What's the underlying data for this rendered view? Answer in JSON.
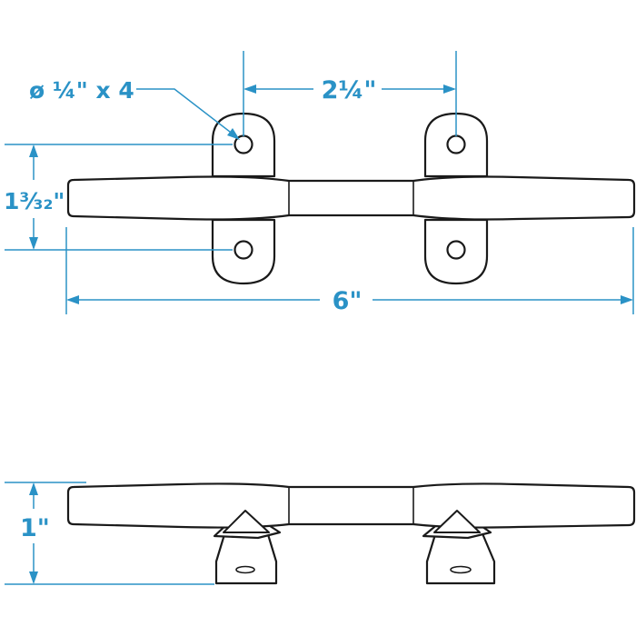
{
  "labels": {
    "hole_callout": "ø ¼\" x 4",
    "hole_spacing": "2¼\"",
    "top_height": "1³⁄₃₂\"",
    "overall_length": "6\"",
    "side_height": "1\""
  },
  "colors": {
    "dimension": "#2a92c6",
    "outline": "#1a1a1a",
    "background": "#ffffff"
  }
}
